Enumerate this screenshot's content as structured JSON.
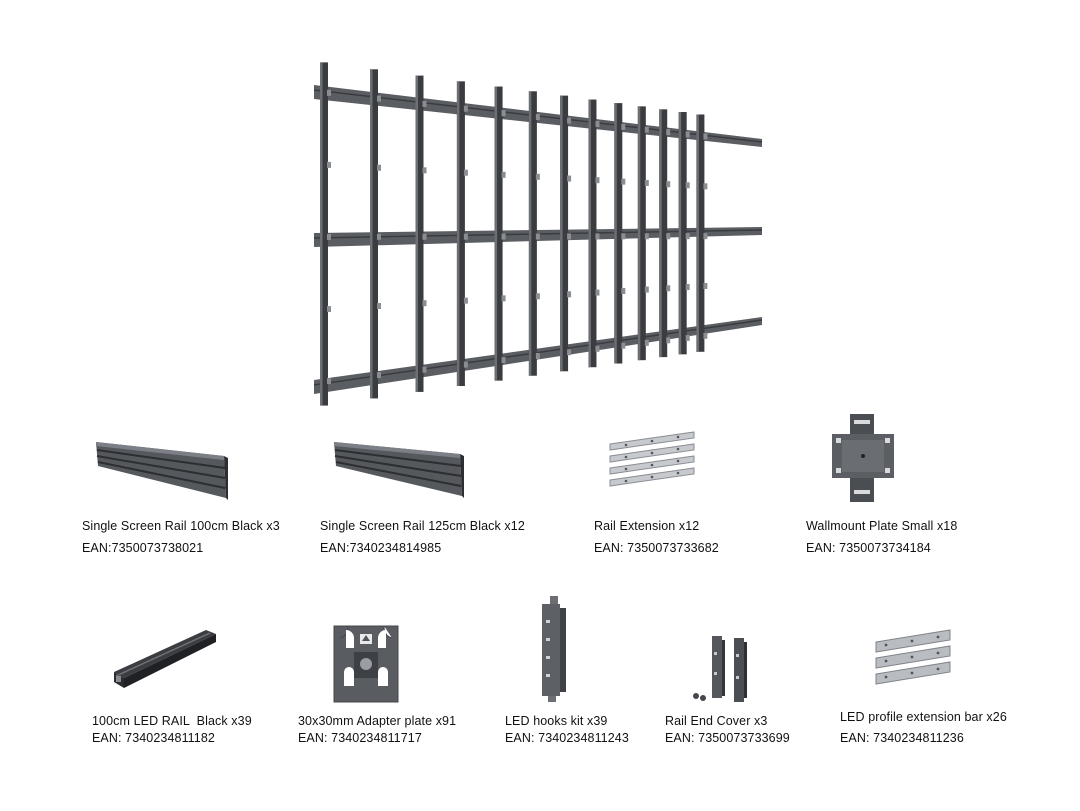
{
  "products": [
    {
      "name": "Single Screen Rail 100cm Black x3",
      "ean": "EAN:7350073738021",
      "icon": "rail-100cm-icon"
    },
    {
      "name": "Single Screen Rail 125cm Black x12",
      "ean": "EAN:7340234814985",
      "icon": "rail-125cm-icon"
    },
    {
      "name": "Rail Extension x12",
      "ean": "EAN: 7350073733682",
      "icon": "rail-extension-icon"
    },
    {
      "name": "Wallmount Plate Small x18",
      "ean": "EAN: 7350073734184",
      "icon": "wallmount-plate-icon"
    },
    {
      "name": "100cm LED RAIL  Black x39",
      "ean": "EAN: 7340234811182",
      "icon": "led-rail-icon"
    },
    {
      "name": "30x30mm Adapter plate x91",
      "ean": "EAN: 7340234811717",
      "icon": "adapter-plate-icon"
    },
    {
      "name": "LED hooks kit x39",
      "ean": "EAN: 7340234811243",
      "icon": "led-hooks-icon"
    },
    {
      "name": "Rail End Cover x3",
      "ean": "EAN: 7350073733699",
      "icon": "rail-end-cover-icon"
    },
    {
      "name": "LED profile extension bar x26",
      "ean": "EAN: 7340234811236",
      "icon": "extension-bar-icon"
    }
  ],
  "colors": {
    "metal_dark": "#3a3c40",
    "metal_mid": "#5a5d62",
    "metal_light": "#9a9ea4",
    "silver": "#c8cbcf"
  }
}
